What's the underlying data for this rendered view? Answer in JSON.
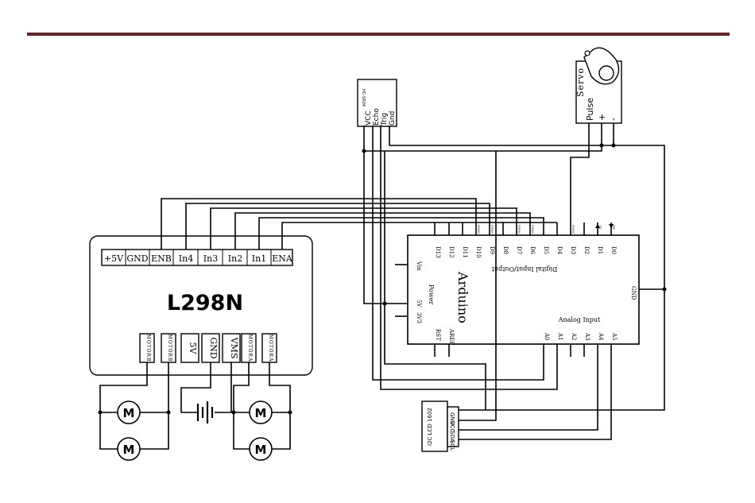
{
  "colors": {
    "rule": "#6b1f22",
    "ink": "#000000",
    "paper": "#ffffff"
  },
  "l298n": {
    "title": "L298N",
    "pins": [
      "+5V",
      "GND",
      "ENB",
      "In4",
      "In3",
      "In2",
      "In1",
      "ENA"
    ],
    "bottom_terms": [
      "MOTORB",
      "MOTORB",
      "5V",
      "GND",
      "VMS",
      "MOTORA",
      "MOTORA"
    ]
  },
  "motor_label": "M",
  "arduino": {
    "title": "Arduino",
    "digital_pins": [
      "D13",
      "D12",
      "D11",
      "D10",
      "D9",
      "D8",
      "D7",
      "D6",
      "D5",
      "D4",
      "D3",
      "D2",
      "D1",
      "D0"
    ],
    "pwm_label": "PWM",
    "tx_label": "TX",
    "rx_label": "RX",
    "digital_header": "Digital Input/Output",
    "power_pins": [
      "Vin",
      "5V",
      "3V3"
    ],
    "power_label": "Power",
    "bottom_pins": [
      "RST",
      "AREF"
    ],
    "analog_pins": [
      "A0",
      "A1",
      "A2",
      "A3",
      "A4",
      "A5"
    ],
    "analog_label": "Analog Input",
    "gnd_label": "GND"
  },
  "sensor": {
    "model": "HC-SR04",
    "pins": [
      "VCC",
      "Echo",
      "Trig",
      "Gnd"
    ]
  },
  "servo": {
    "label": "Servo",
    "pins": [
      "Pulse",
      "+",
      "-"
    ]
  },
  "lcd": {
    "model": "I2C LCD 1602",
    "pins": [
      "GND",
      "VCC",
      "SDA",
      "SCL"
    ]
  }
}
